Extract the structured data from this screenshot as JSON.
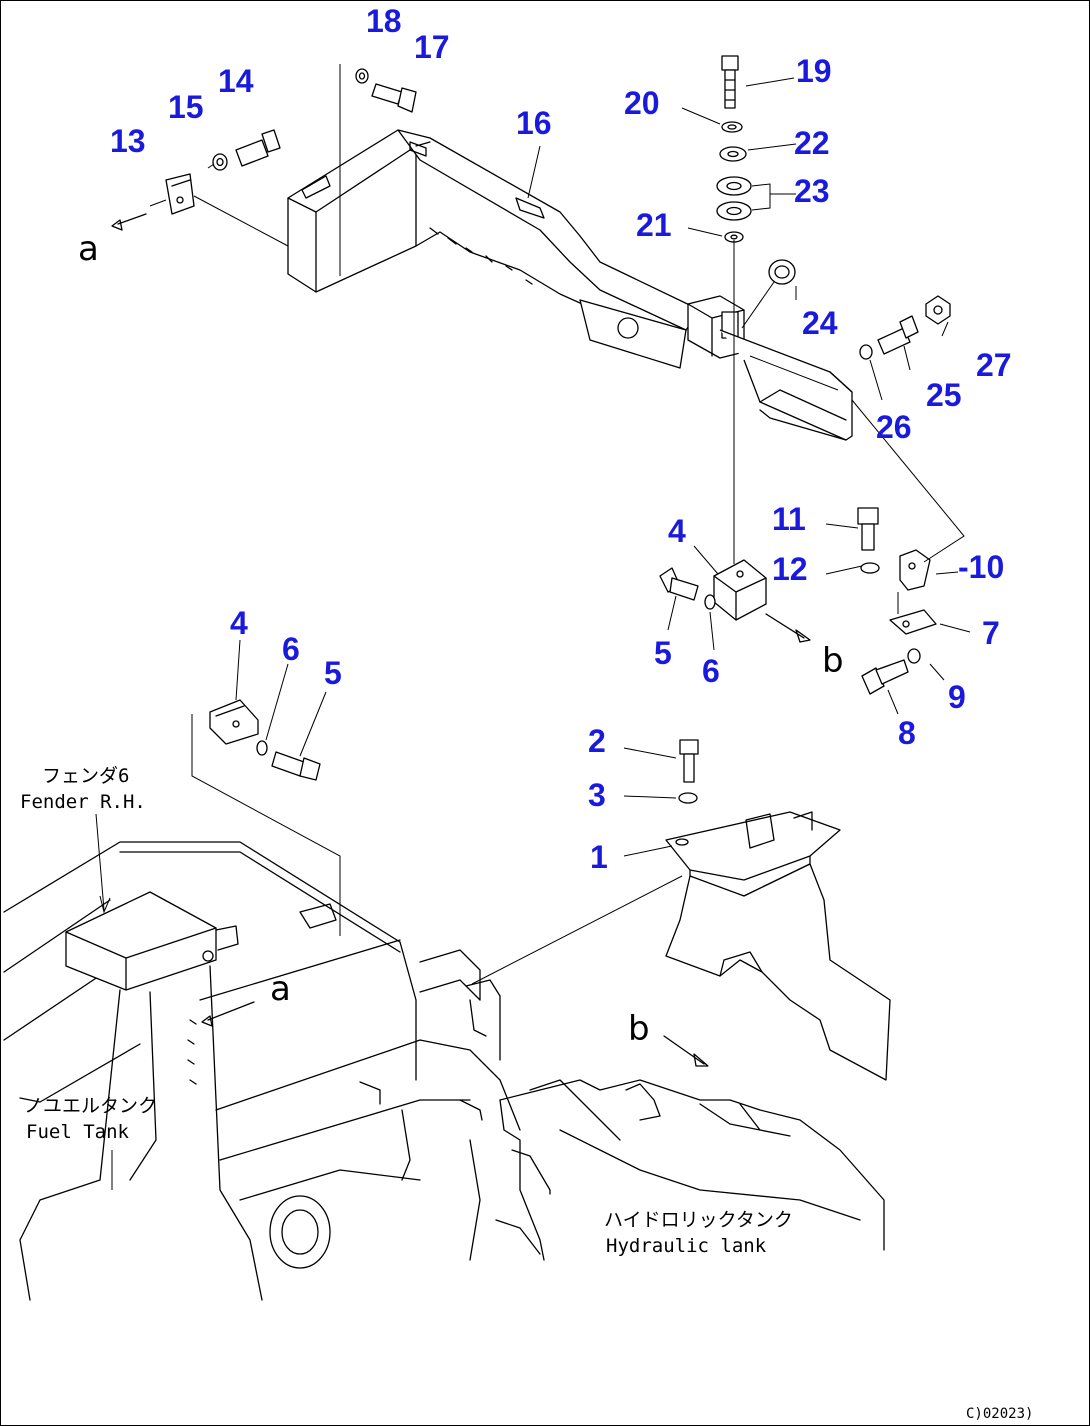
{
  "callout_color": "#1a1adc",
  "callouts": [
    {
      "id": "c18",
      "label": "18"
    },
    {
      "id": "c17",
      "label": "17"
    },
    {
      "id": "c14",
      "label": "14"
    },
    {
      "id": "c15",
      "label": "15"
    },
    {
      "id": "c13",
      "label": "13"
    },
    {
      "id": "c16",
      "label": "16"
    },
    {
      "id": "c19",
      "label": "19"
    },
    {
      "id": "c20",
      "label": "20"
    },
    {
      "id": "c22",
      "label": "22"
    },
    {
      "id": "c23",
      "label": "23"
    },
    {
      "id": "c21",
      "label": "21"
    },
    {
      "id": "c24",
      "label": "24"
    },
    {
      "id": "c27",
      "label": "27"
    },
    {
      "id": "c25",
      "label": "25"
    },
    {
      "id": "c26",
      "label": "26"
    },
    {
      "id": "c11",
      "label": "11"
    },
    {
      "id": "c4a",
      "label": "4"
    },
    {
      "id": "c12",
      "label": "12"
    },
    {
      "id": "c10",
      "label": "-10"
    },
    {
      "id": "c7",
      "label": "7"
    },
    {
      "id": "c5a",
      "label": "5"
    },
    {
      "id": "c6a",
      "label": "6"
    },
    {
      "id": "c9",
      "label": "9"
    },
    {
      "id": "c8",
      "label": "8"
    },
    {
      "id": "c4b",
      "label": "4"
    },
    {
      "id": "c6b",
      "label": "6"
    },
    {
      "id": "c5b",
      "label": "5"
    },
    {
      "id": "c2",
      "label": "2"
    },
    {
      "id": "c3",
      "label": "3"
    },
    {
      "id": "c1",
      "label": "1"
    }
  ],
  "view_markers": {
    "a_top": "a",
    "b_mid": "b",
    "a_bottom": "a",
    "b_bottom": "b"
  },
  "labels": {
    "fender_jp": "フェンダ6",
    "fender_en": "Fender R.H.",
    "fuel_jp": "ノユエルタンク",
    "fuel_en": "Fuel Tank",
    "hydraulic_jp": "ハイドロリックタンク",
    "hydraulic_en": "Hydraulic lank"
  },
  "drawing_code": "C)02023)"
}
